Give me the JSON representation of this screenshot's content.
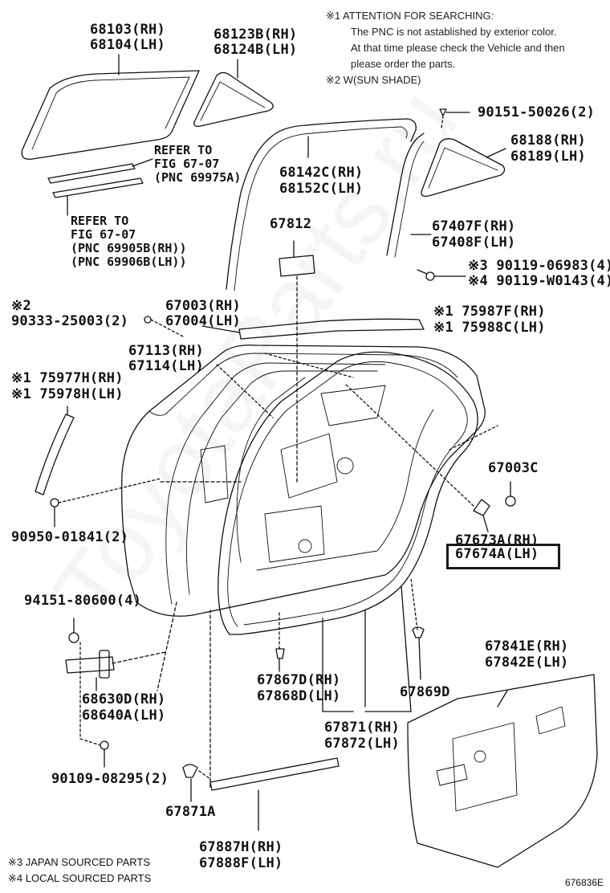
{
  "attention": {
    "line1": "※1 ATTENTION FOR SEARCHING:",
    "line2": "The PNC is not astablished by exterior color.",
    "line3": "At that time please check the Vehicle and then",
    "line4": "please order the parts.",
    "line5": "※2 W(SUN SHADE)"
  },
  "parts": {
    "p68103": "68103(RH)",
    "p68104": "68104(LH)",
    "p68123": "68123B(RH)",
    "p68124": "68124B(LH)",
    "ref1a": "REFER TO",
    "ref1b": "FIG 67-07",
    "ref1c": "(PNC 69975A)",
    "ref2a": "REFER TO",
    "ref2b": "FIG 67-07",
    "ref2c": "(PNC 69905B(RH))",
    "ref2d": "(PNC 69906B(LH))",
    "p90151": "90151-50026(2)",
    "p68188": "68188(RH)",
    "p68189": "68189(LH)",
    "p68142": "68142C(RH)",
    "p68152": "68152C(LH)",
    "p67812": "67812",
    "p67407": "67407F(RH)",
    "p67408": "67408F(LH)",
    "p90119a": "※3 90119-06983(4)",
    "p90119b": "※4 90119-W0143(4)",
    "mark2": "※2",
    "p90333": "90333-25003(2)",
    "p67003": "67003(RH)",
    "p67004": "67004(LH)",
    "p75987": "※1 75987F(RH)",
    "p75988": "※1 75988C(LH)",
    "p67113": "67113(RH)",
    "p67114": "67114(LH)",
    "p75977": "※1 75977H(RH)",
    "p75978": "※1 75978H(LH)",
    "p67003c": "67003C",
    "p90950": "90950-01841(2)",
    "p67673": "67673A(RH)",
    "p67674": "67674A(LH)",
    "p94151": "94151-80600(4)",
    "p67841": "67841E(RH)",
    "p67842": "67842E(LH)",
    "p67867": "67867D(RH)",
    "p67868": "67868D(LH)",
    "p67869": "67869D",
    "p68630": "68630D(RH)",
    "p68640": "68640A(LH)",
    "p67871": "67871(RH)",
    "p67872": "67872(LH)",
    "p90109": "90109-08295(2)",
    "p67871a": "67871A",
    "p67887": "67887H(RH)",
    "p67888": "67888F(LH)"
  },
  "footnotes": {
    "n3": "※3  JAPAN SOURCED PARTS",
    "n4": "※4  LOCAL SOURCED PARTS"
  },
  "image_id": "676836E",
  "highlight_color": "#1a1a1a"
}
